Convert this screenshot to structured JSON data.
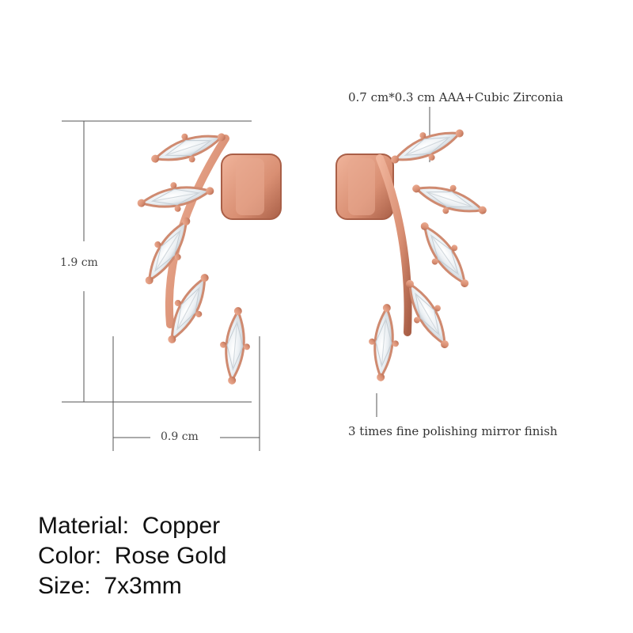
{
  "annotations": {
    "stone_callout": "0.7 cm*0.3 cm AAA+Cubic Zirconia",
    "finish_callout": "3 times fine polishing mirror finish",
    "height_label": "1.9 cm",
    "width_label": "0.9 cm"
  },
  "specs": [
    {
      "label": "Material:",
      "value": "Copper"
    },
    {
      "label": "Color:",
      "value": "Rose Gold"
    },
    {
      "label": "Size:",
      "value": "7x3mm"
    }
  ],
  "colors": {
    "rose_gold": "#d98f73",
    "rose_gold_dark": "#b86a50",
    "crystal": "#eef2f5",
    "dimension_line": "#555555"
  }
}
